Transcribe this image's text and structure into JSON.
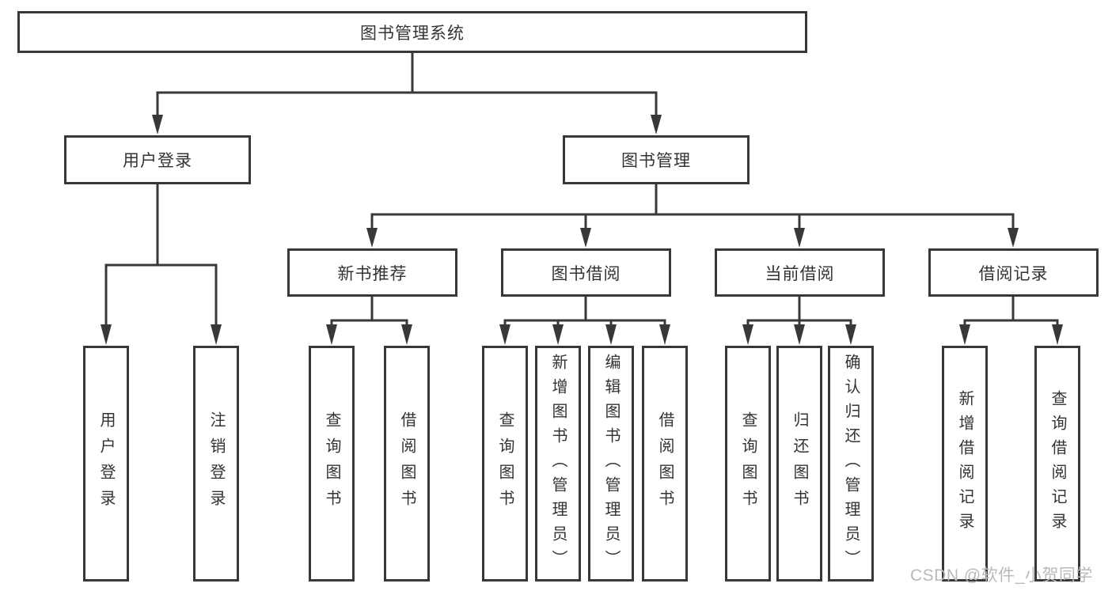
{
  "tree": {
    "root": "图书管理系统",
    "branches": [
      {
        "label": "用户登录",
        "children": [
          "用户登录",
          "注销登录"
        ]
      },
      {
        "label": "图书管理",
        "sub": [
          {
            "label": "新书推荐",
            "children": [
              "查询图书",
              "借阅图书"
            ]
          },
          {
            "label": "图书借阅",
            "children": [
              "查询图书",
              "新增图书（管理员）",
              "编辑图书（管理员）",
              "借阅图书"
            ]
          },
          {
            "label": "当前借阅",
            "children": [
              "查询图书",
              "归还图书",
              "确认归还（管理员）"
            ]
          },
          {
            "label": "借阅记录",
            "children": [
              "新增借阅记录",
              "查询借阅记录"
            ]
          }
        ]
      }
    ]
  },
  "watermark": "CSDN @软件_小贺同学",
  "colors": {
    "line": "#383838",
    "box_border": "#383838",
    "text": "#333333",
    "background": "#ffffff",
    "watermark": "#b9b9b9"
  }
}
